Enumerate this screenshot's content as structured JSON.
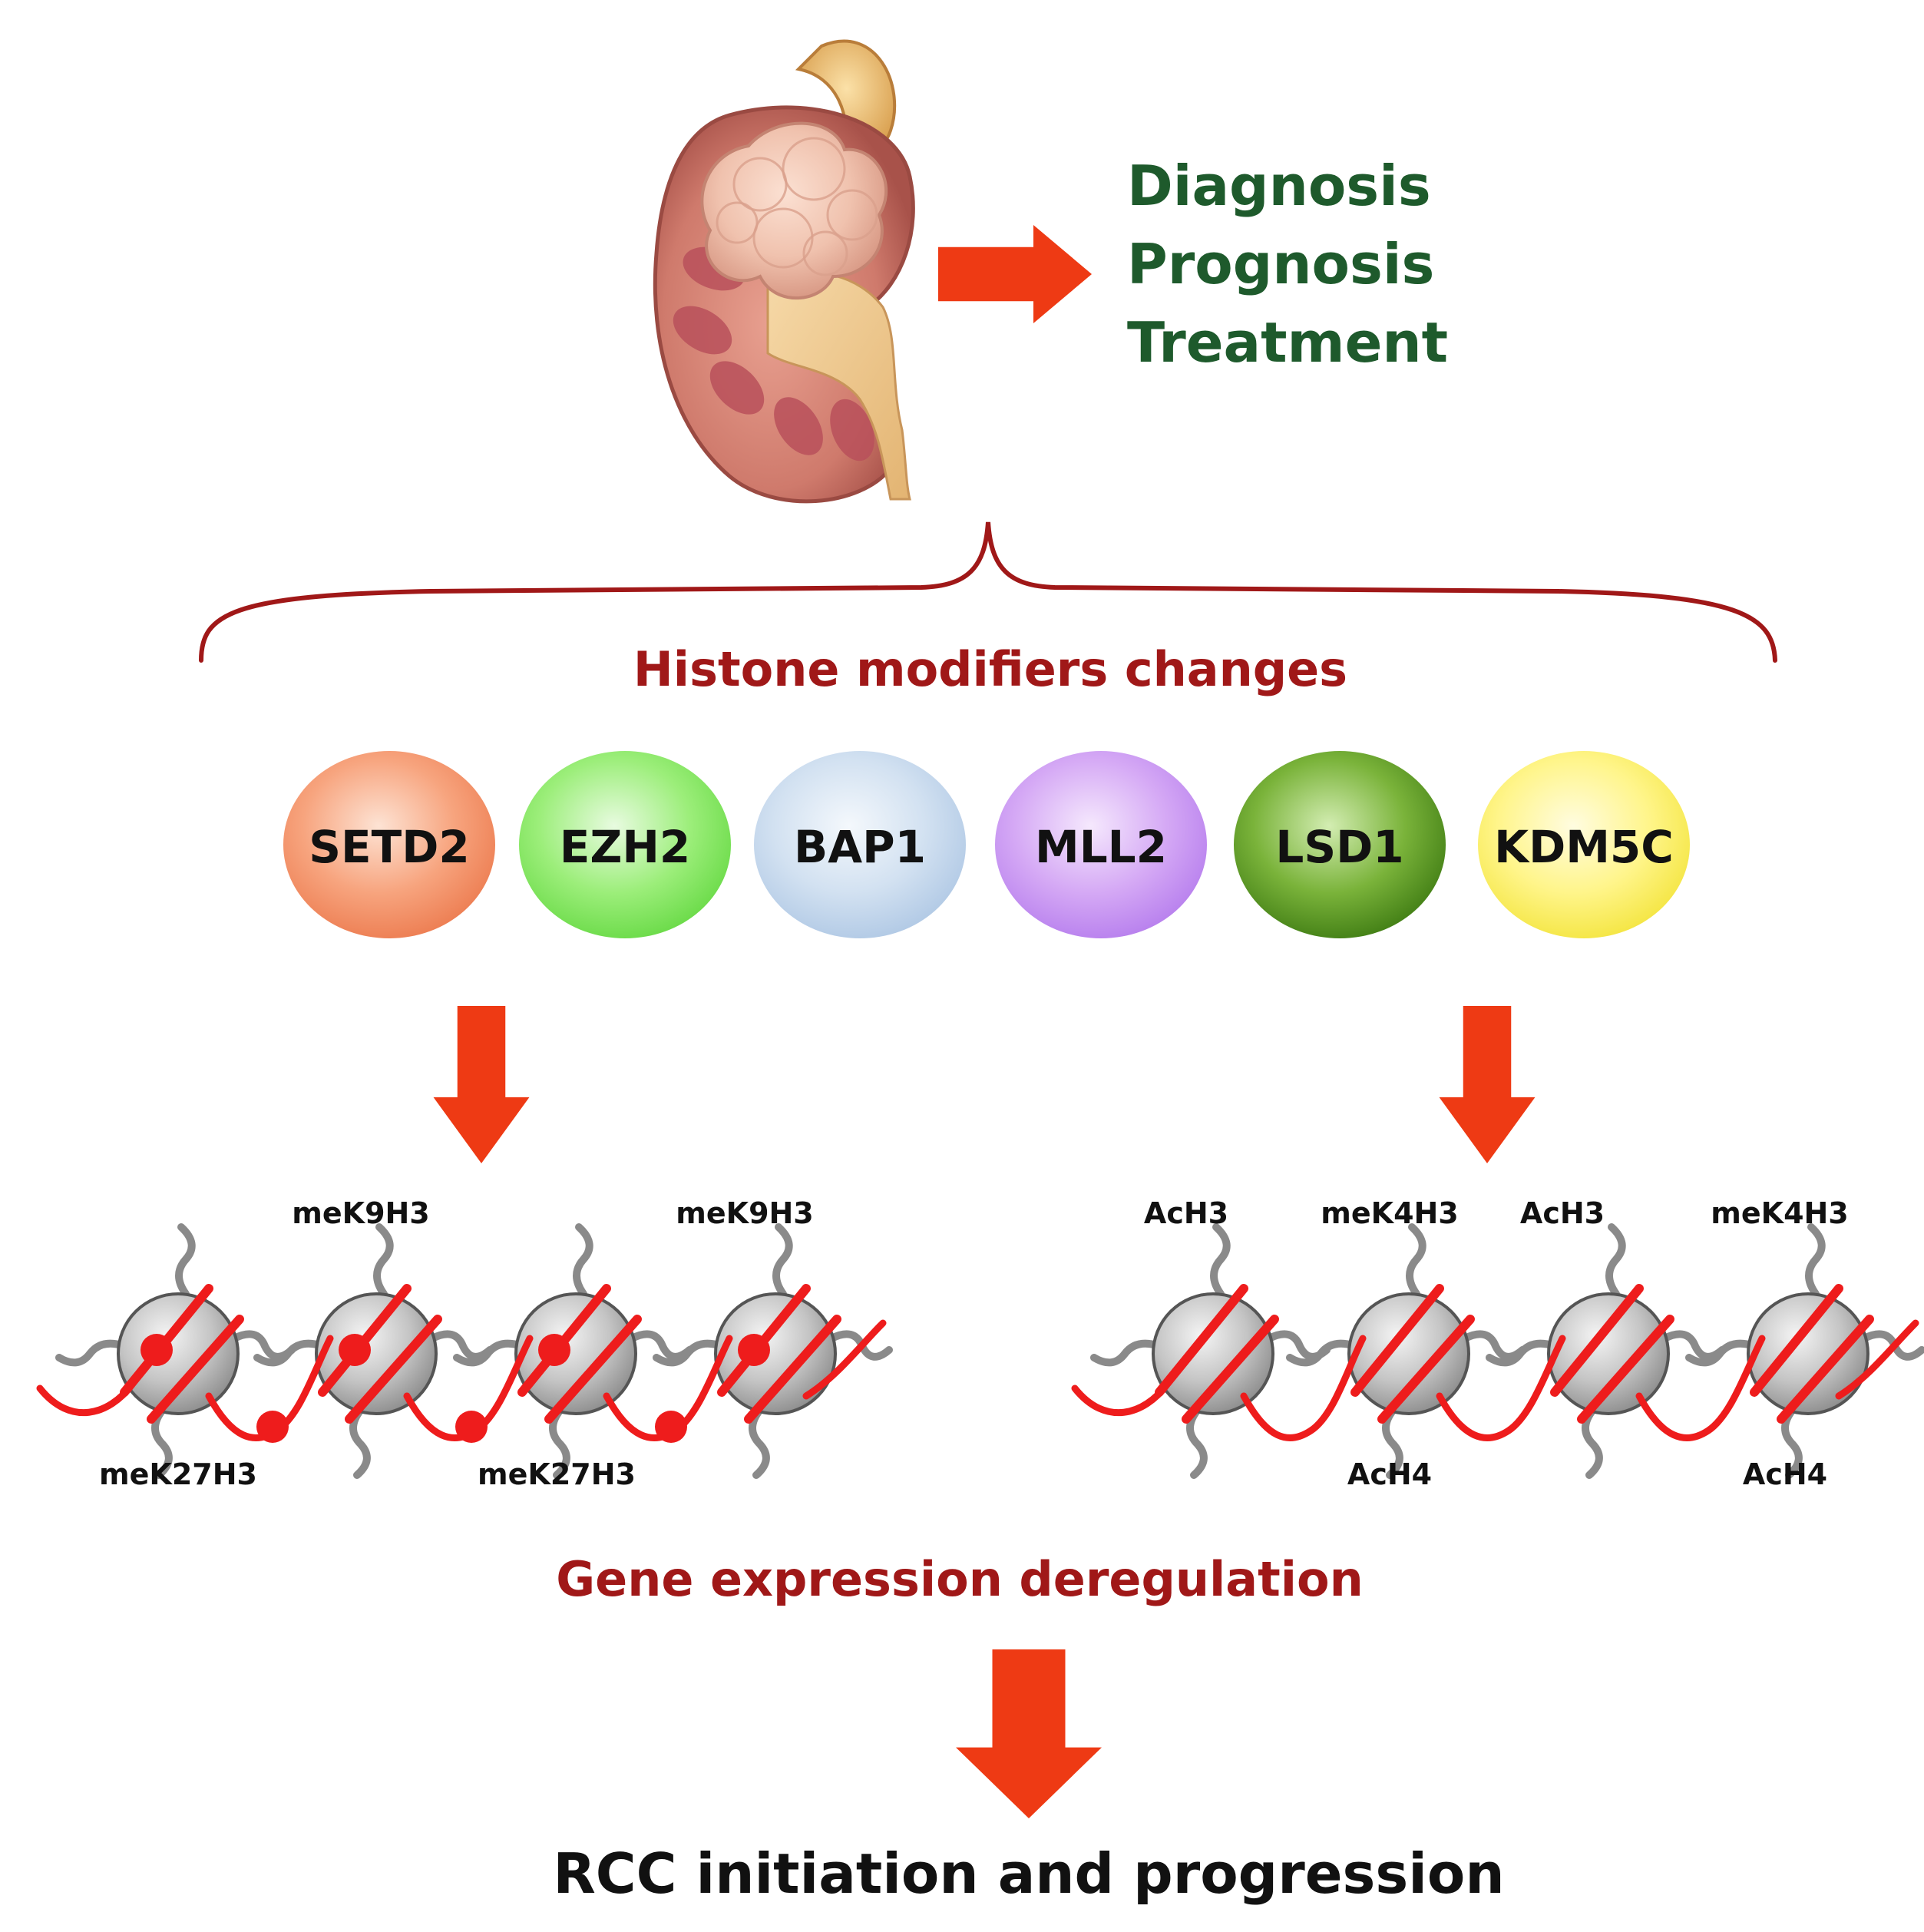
{
  "outcomes": [
    "Diagnosis",
    "Prognosis",
    "Treatment"
  ],
  "modifiers_heading": "Histone modifiers changes",
  "modifiers": [
    {
      "label": "SETD2",
      "color_light": "#fde3d4",
      "color_mid": "#f7a47e",
      "color_dark": "#ec7a4e"
    },
    {
      "label": "EZH2",
      "color_light": "#e8fbe0",
      "color_mid": "#9cee7a",
      "color_dark": "#66d944"
    },
    {
      "label": "BAP1",
      "color_light": "#f4f8fc",
      "color_mid": "#d2e1f1",
      "color_dark": "#aec7e4"
    },
    {
      "label": "MLL2",
      "color_light": "#f5e8fd",
      "color_mid": "#d5a9f5",
      "color_dark": "#b57ced"
    },
    {
      "label": "LSD1",
      "color_light": "#d3edb2",
      "color_mid": "#7ab33a",
      "color_dark": "#3d7a12"
    },
    {
      "label": "KDM5C",
      "color_light": "#fffce0",
      "color_mid": "#fff58a",
      "color_dark": "#f3e43c"
    }
  ],
  "left_chromatin": {
    "top_labels": [
      "meK9H3",
      "meK9H3"
    ],
    "bottom_labels": [
      "meK27H3",
      "meK27H3"
    ]
  },
  "right_chromatin": {
    "top_labels": [
      "AcH3",
      "meK4H3",
      "AcH3",
      "meK4H3"
    ],
    "bottom_labels": [
      "AcH4",
      "AcH4"
    ]
  },
  "deregulation_label": "Gene expression deregulation",
  "final_label": "RCC initiation and progression",
  "colors": {
    "arrow": "#ee3a14",
    "dna": "#ee1c1c",
    "outcome_text": "#1e5a2c",
    "heading_red": "#a01818",
    "brace": "#a01818"
  }
}
